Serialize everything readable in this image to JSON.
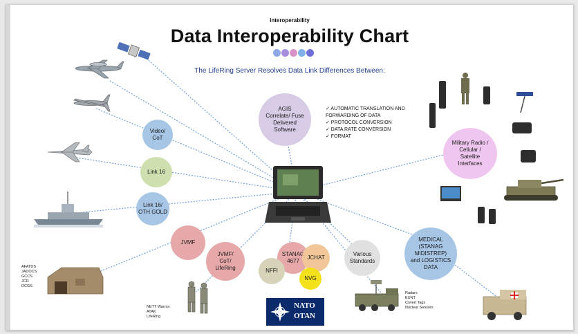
{
  "header": {
    "small_title": "Interoperability",
    "main_title": "Data Interoperability Chart",
    "subtitle": "The LifeRing Server Resolves Data Link Differences Between:",
    "dot_colors": [
      "#8ea8e8",
      "#a78de0",
      "#d993c9",
      "#7fb1e8",
      "#6f6fd8"
    ]
  },
  "capabilities": [
    "✓ AUTOMATIC TRANSLATION AND",
    "FORWARDING OF DATA",
    "✓ PROTOCOL CONVERSION",
    "✓ DATA RATE CONVERSION",
    "✓ FORMAT"
  ],
  "nodes": {
    "agis": [
      "AGIS",
      "Correlate/ Fuse",
      "Delivered",
      "Software"
    ],
    "video_cot": [
      "Video/",
      "CoT"
    ],
    "link16": [
      "Link 16"
    ],
    "link16_oth": [
      "Link 16/",
      "OTH GOLD"
    ],
    "jvmf": [
      "JVMF"
    ],
    "jvmf_cot": [
      "JVMF/",
      "CoT/",
      "LifeRing"
    ],
    "nffi": [
      "NFFI"
    ],
    "stanag": [
      "STANAG",
      "4677"
    ],
    "jchat": [
      "JCHAT"
    ],
    "nvg": [
      "NVG"
    ],
    "various": [
      "Various",
      "Standards"
    ],
    "radio": [
      "Military Radio /",
      "Cellular /",
      "Satellite",
      "Interfaces"
    ],
    "medical": [
      "MEDICAL",
      "(STANAG",
      "MIDISTREP)",
      "and LOGISTICS",
      "DATA"
    ]
  },
  "lists": {
    "shelter": [
      "AFATDS",
      "JADOCS",
      "GCCS",
      "JCR",
      "DCGS"
    ],
    "soldiers": [
      "NETT Warrior",
      "ATAK",
      "LifeRing"
    ],
    "radar": [
      "Radars",
      "EUNT",
      "Covert Tags",
      "Nuclear Sensors"
    ]
  },
  "nato": {
    "top": "NATO",
    "bottom": "OTAN"
  },
  "colors": {
    "purple_node": "#d7cbe6",
    "blue_node": "#a7c6e6",
    "green_node": "#cfe0b0",
    "red_node": "#e6a8a8",
    "tan_node": "#d7d3b8",
    "orange_node": "#f1c79a",
    "yellow_node": "#f3e21b",
    "gray_node": "#e1e1e1",
    "pink_node": "#efc6ef",
    "line": "#6f9fd8"
  }
}
